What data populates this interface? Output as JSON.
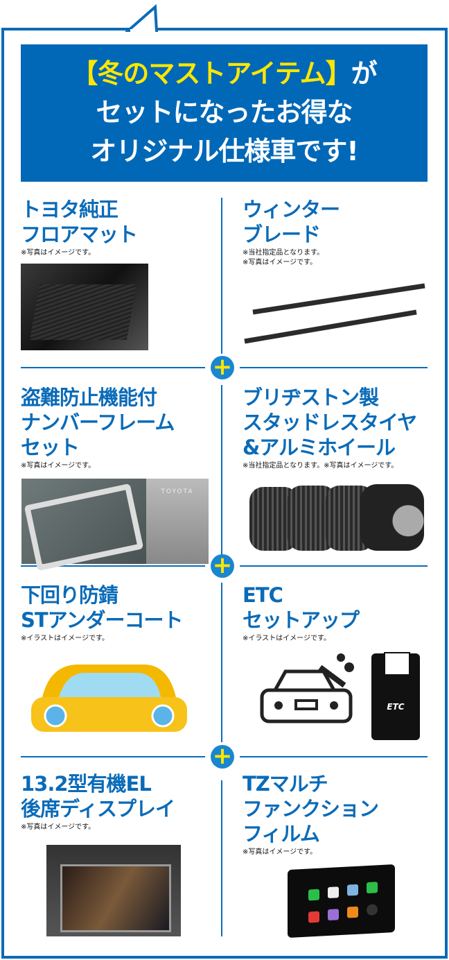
{
  "hero": {
    "bracket_text": "【冬のマストアイテム】",
    "line1_suffix": "が",
    "line2": "セットになったお得な",
    "line3": "オリジナル仕様車です!"
  },
  "colors": {
    "brand_blue": "#0068b7",
    "accent_yellow": "#ffe600",
    "heading_blue": "#0a6bb8"
  },
  "plus_symbol": "+",
  "items": [
    {
      "title": "トヨタ純正\nフロアマット",
      "note": "※写真はイメージです。",
      "image": "floor-mat-photo"
    },
    {
      "title": "ウィンター\nブレード",
      "note": "※当社指定品となります。\n※写真はイメージです。",
      "image": "wiper-blade-photo"
    },
    {
      "title": "盗難防止機能付\nナンバーフレーム\nセット",
      "note": "※写真はイメージです。",
      "image": "number-frame-photo",
      "image_text": "TOYOTA"
    },
    {
      "title": "ブリヂストン製\nスタッドレスタイヤ\n&アルミホイール",
      "note": "※当社指定品となります。※写真はイメージです。",
      "image": "studless-tire-photo"
    },
    {
      "title": "下回り防錆\nSTアンダーコート",
      "note": "※イラストはイメージです。",
      "image": "car-illustration"
    },
    {
      "title": "ETC\nセットアップ",
      "note": "※イラストはイメージです。",
      "image": "etc-illustration",
      "image_text": "ETC"
    },
    {
      "title": "13.2型有機EL\n後席ディスプレイ",
      "note": "※写真はイメージです。",
      "image": "rear-display-photo"
    },
    {
      "title": "TZマルチ\nファンクション\nフィルム",
      "note": "※写真はイメージです。",
      "image": "film-display-photo"
    }
  ]
}
